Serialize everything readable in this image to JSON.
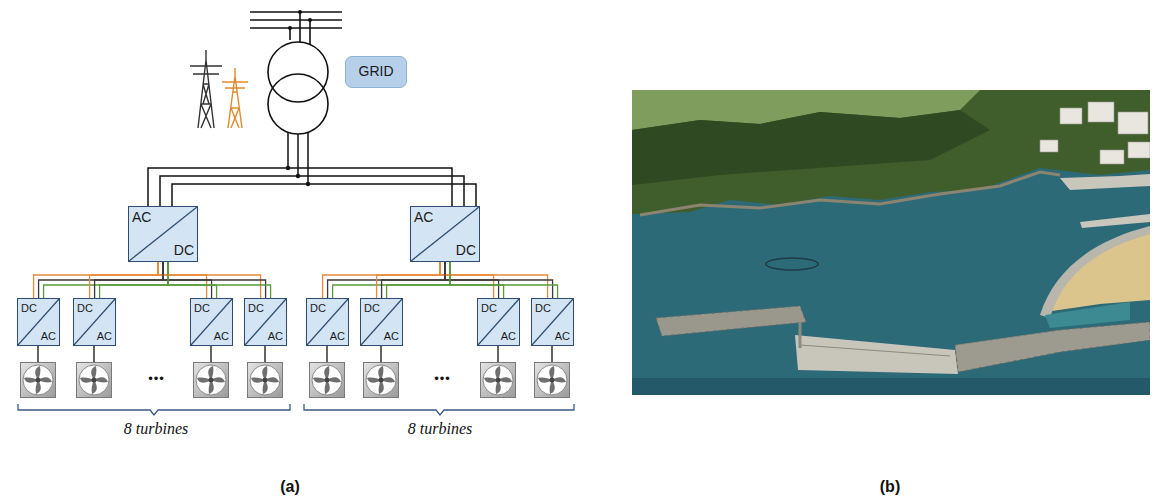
{
  "diagram": {
    "nodes": [
      {
        "text": [
          "GRID"
        ]
      },
      {
        "text": [
          "AC",
          "DC"
        ]
      },
      {
        "text": [
          "AC",
          "DC"
        ]
      },
      {
        "text": [
          "DC",
          "AC"
        ]
      },
      {
        "text": [
          "DC",
          "AC"
        ]
      },
      {
        "text": [
          "DC",
          "AC"
        ]
      },
      {
        "text": [
          "DC",
          "AC"
        ]
      },
      {
        "text": [
          "DC",
          "AC"
        ]
      },
      {
        "text": [
          "DC",
          "AC"
        ]
      },
      {
        "text": [
          "DC",
          "AC"
        ]
      },
      {
        "text": [
          "DC",
          "AC"
        ]
      }
    ],
    "edges": [
      {
        "from": 1,
        "to": 3,
        "arrow": "none"
      },
      {
        "from": 1,
        "to": 4,
        "arrow": "none"
      },
      {
        "from": 1,
        "to": 5,
        "arrow": "none"
      },
      {
        "from": 1,
        "to": 6,
        "arrow": "none"
      },
      {
        "from": 2,
        "to": 7,
        "arrow": "none"
      },
      {
        "from": 2,
        "to": 8,
        "arrow": "none"
      },
      {
        "from": 2,
        "to": 9,
        "arrow": "none"
      },
      {
        "from": 2,
        "to": 10,
        "arrow": "none"
      }
    ],
    "labels": [
      "...",
      "...",
      "8 turbines",
      "8 turbines",
      "(a)",
      "(b)"
    ]
  }
}
